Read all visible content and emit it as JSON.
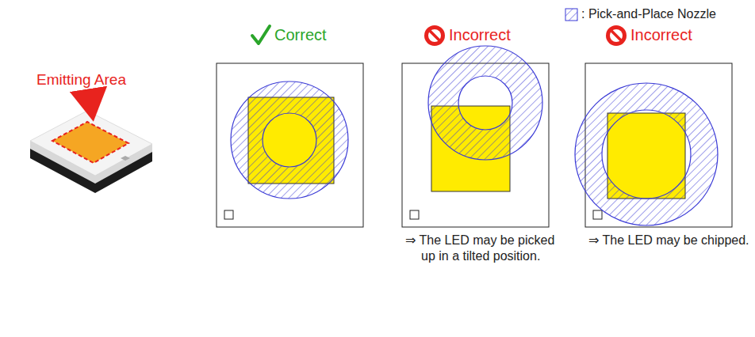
{
  "diagram": {
    "labels": [
      "Emitting Area",
      "Correct",
      "Incorrect",
      "Incorrect",
      "⇒ The LED may be picked up in a tilted position.",
      "⇒ The LED may be chipped."
    ],
    "legend": [
      {
        "text": ": Pick-and-Place Nozzle"
      }
    ]
  }
}
